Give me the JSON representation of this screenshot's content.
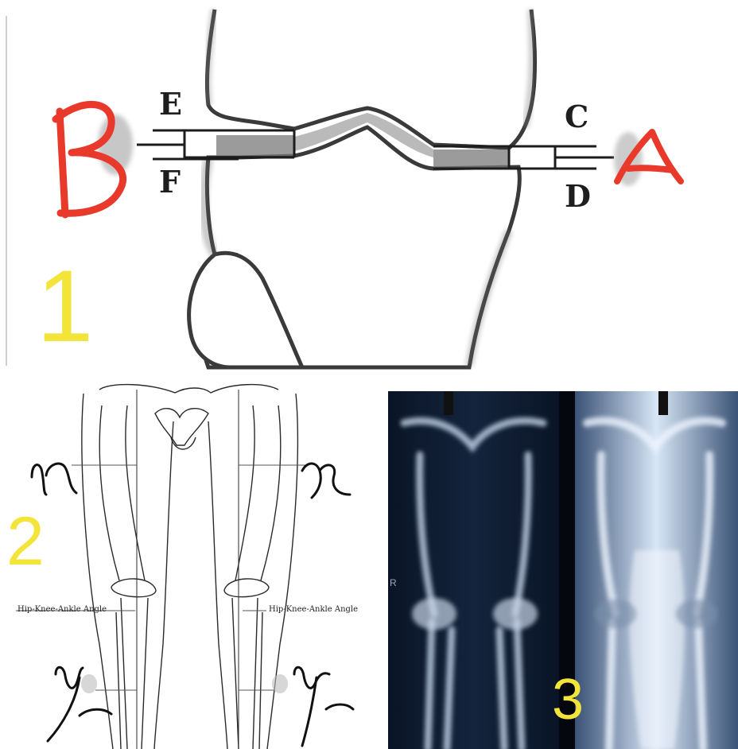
{
  "panel1": {
    "number": "1",
    "markers": {
      "left": "B",
      "right": "A"
    },
    "labels": {
      "e": "E",
      "f": "F",
      "c": "C",
      "d": "D"
    }
  },
  "panel2": {
    "number": "2",
    "hip_marker_left": "x",
    "hip_marker_right": "x",
    "ankle_marker_left": "y",
    "ankle_marker_right": "y",
    "angle_label_left": "Hip-Knee-Ankle Angle",
    "angle_label_right": "Hip-Knee-Ankle Angle"
  },
  "panel3": {
    "number": "3",
    "side_marker": "R"
  },
  "colors": {
    "marker_red": "#e8392b",
    "number_yellow": "#f3e43a",
    "xray_dark": "#0c1320",
    "xray_bone": "#b9c9de"
  }
}
